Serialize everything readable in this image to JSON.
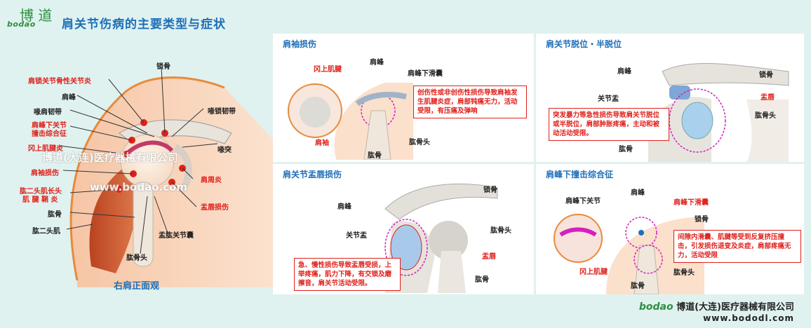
{
  "header": {
    "logo_cn": "博 道",
    "logo_en": "bodao",
    "title": "肩关节伤病的主要类型与症状"
  },
  "main": {
    "caption": "右肩正面观",
    "watermark_cn": "博道(大连)医疗器械有限公司",
    "watermark_url": "www.bodao.com",
    "labels": {
      "l1": "肩锁关节骨性关节炎",
      "l2": "肩峰",
      "l3": "喙肩韧带",
      "l4": "肩峰下关节",
      "l4b": "撞击综合征",
      "l5": "冈上肌腱炎",
      "l6": "肩袖损伤",
      "l7": "肱二头肌长头",
      "l7b": "肌 腱 鞘 炎",
      "l8": "肱骨",
      "l9": "肱二头肌",
      "r1": "锁骨",
      "r2": "喙锁韧带",
      "r3": "喙突",
      "r4": "肩周炎",
      "r5": "盂唇损伤",
      "r6": "盂肱关节囊",
      "b1": "肱骨头"
    }
  },
  "panels": {
    "p1": {
      "title": "肩袖损伤",
      "labels": {
        "a": "冈上肌腱",
        "b": "肩峰",
        "c": "肩峰下滑囊",
        "d": "肩袖",
        "e": "肱骨",
        "f": "肱骨头"
      },
      "note": "创伤性或非创伤性损伤导致肩袖发生肌腱炎症，肩部钝痛无力，活动受限，有压痛及弹响"
    },
    "p2": {
      "title": "肩关节脱位・半脱位",
      "labels": {
        "a": "肩峰",
        "b": "锁骨",
        "c": "关节盂",
        "d": "盂唇",
        "e": "肱骨头",
        "f": "肱骨"
      },
      "note": "突发暴力等急性损伤导致肩关节脱位或半脱位，肩部肿胀疼痛，主动和被动活动受限。"
    },
    "p3": {
      "title": "肩关节盂唇损伤",
      "labels": {
        "a": "锁骨",
        "b": "肩峰",
        "c": "关节盂",
        "d": "肱骨头",
        "e": "盂唇",
        "f": "肱骨"
      },
      "note": "急、慢性损伤导致盂唇受损，上举疼痛，肌力下降，有交锁及磨擦音，肩关节活动受限。"
    },
    "p4": {
      "title": "肩峰下撞击综合征",
      "labels": {
        "a": "肩峰下关节",
        "b": "肩峰",
        "c": "肩峰下滑囊",
        "d": "锁骨",
        "e": "冈上肌腱",
        "f": "肱骨",
        "g": "肱骨头"
      },
      "note": "间隙内滑囊、肌腱等受到反复挤压撞击，引发损伤退变及炎症，肩部疼痛无力，活动受限"
    }
  },
  "footer": {
    "brand": "bodao",
    "company": "博道(大连)医疗器械有限公司",
    "url": "www.bododl.com"
  },
  "colors": {
    "title": "#1d6fb8",
    "red": "#e0201b",
    "brand_green": "#2f8f3f",
    "bg": "#dff2f0"
  }
}
